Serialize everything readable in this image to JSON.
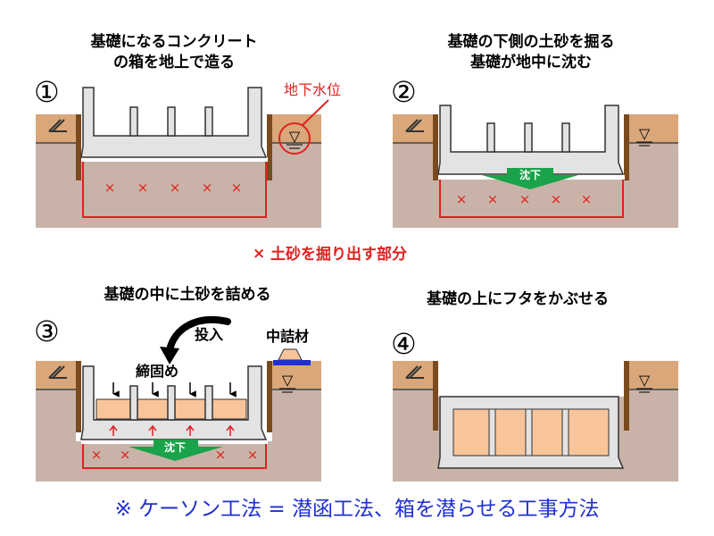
{
  "panels": [
    {
      "number": "①",
      "caption_line1": "基礎になるコンクリート",
      "caption_line2": "の箱を地上で造る",
      "callout": "地下水位"
    },
    {
      "number": "②",
      "caption_line1": "基礎の下側の土砂を掘る",
      "caption_line2": "基礎が地中に沈む",
      "sink_label": "沈下"
    },
    {
      "number": "③",
      "caption": "基礎の中に土砂を詰める",
      "throw_label": "投入",
      "material_label": "中詰材",
      "compact_label": "締固め",
      "sink_label": "沈下"
    },
    {
      "number": "④",
      "caption": "基礎の上にフタをかぶせる"
    }
  ],
  "legend": {
    "mark": "×",
    "text": "土砂を掘り出す部分"
  },
  "footer": "※ ケーソン工法 = 潜函工法、箱を潜らせる工事方法",
  "symbols": {
    "excavation_mark": "×",
    "water_level_icon": "▽",
    "ground_icon": "hatch-ground-icon"
  },
  "colors": {
    "ground": "#c9b3a8",
    "topsoil": "#d9a77a",
    "concrete": "#e3e3e3",
    "concrete_stroke": "#333333",
    "wall": "#7a4a1f",
    "red": "#e0211f",
    "green": "#1aa34a",
    "blue": "#1f2fd0",
    "fill_block": "#f8c49a",
    "water_circle": "#e0211f"
  }
}
